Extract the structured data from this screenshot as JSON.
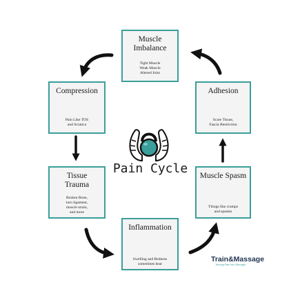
{
  "diagram": {
    "center_title": "Pain Cycle",
    "accent_color": "#3a9e9a",
    "icon": "hands-holding-kettlebell-icon",
    "nodes": [
      {
        "id": "muscle-imbalance",
        "title_lines": [
          "Muscle",
          "Imbalance"
        ],
        "desc_lines": [
          "Tight Muscle",
          "Weak Muscle",
          "Altered Joint"
        ]
      },
      {
        "id": "adhesion",
        "title_lines": [
          "Adhesion"
        ],
        "desc_lines": [
          "Scare Tissue,",
          "Fascia Restriction"
        ]
      },
      {
        "id": "muscle-spasm",
        "title_lines": [
          "Muscle Spasm"
        ],
        "desc_lines": [
          "Things like cramps",
          "and spasms"
        ]
      },
      {
        "id": "inflammation",
        "title_lines": [
          "Inflammation"
        ],
        "desc_lines": [
          "Swelling and Redness",
          "sometimes heat"
        ]
      },
      {
        "id": "tissue-trauma",
        "title_lines": [
          "Tissue",
          "Trauma"
        ],
        "desc_lines": [
          "Broken Bone,",
          "torn ligament,",
          "muscle strain,",
          "and more"
        ]
      },
      {
        "id": "compression",
        "title_lines": [
          "Compression"
        ],
        "desc_lines": [
          "Pain Like TOS",
          "and Sciatica"
        ]
      }
    ]
  },
  "brand": {
    "name": "Train&Massage",
    "tagline": "Turning Pain into Strength"
  }
}
